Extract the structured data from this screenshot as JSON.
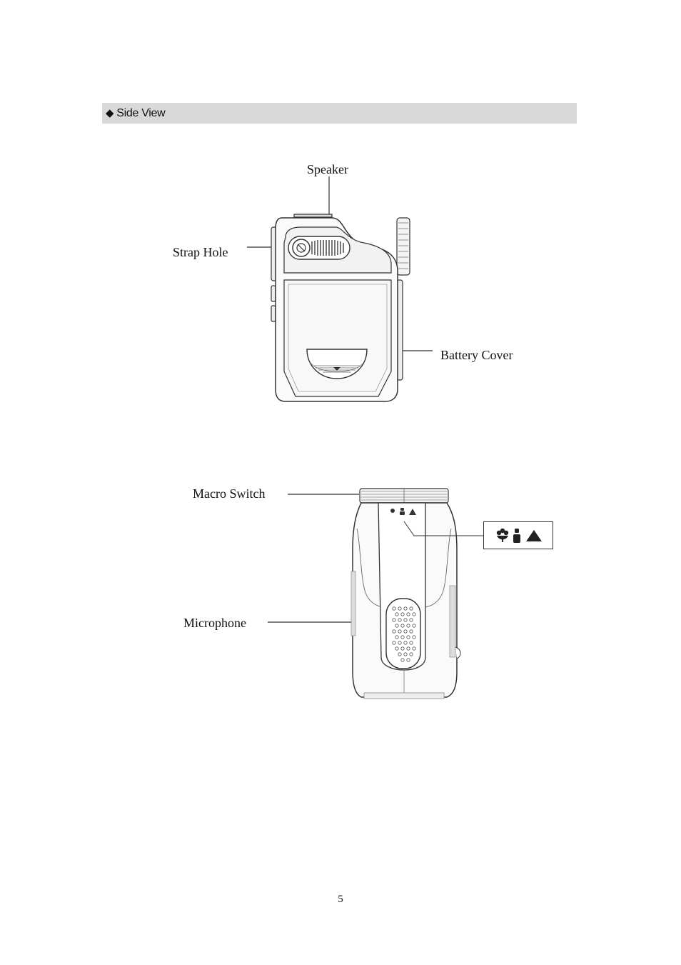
{
  "section": {
    "bullet": "◆",
    "title": "Side View"
  },
  "figure1": {
    "labels": {
      "speaker": "Speaker",
      "strap_hole": "Strap Hole",
      "battery_cover": "Battery Cover"
    }
  },
  "figure2": {
    "labels": {
      "macro_switch": "Macro Switch",
      "microphone": "Microphone"
    },
    "macro_icons": [
      "flower-icon",
      "portrait-icon",
      "mountain-icon"
    ]
  },
  "footer": {
    "page_number": "5"
  }
}
